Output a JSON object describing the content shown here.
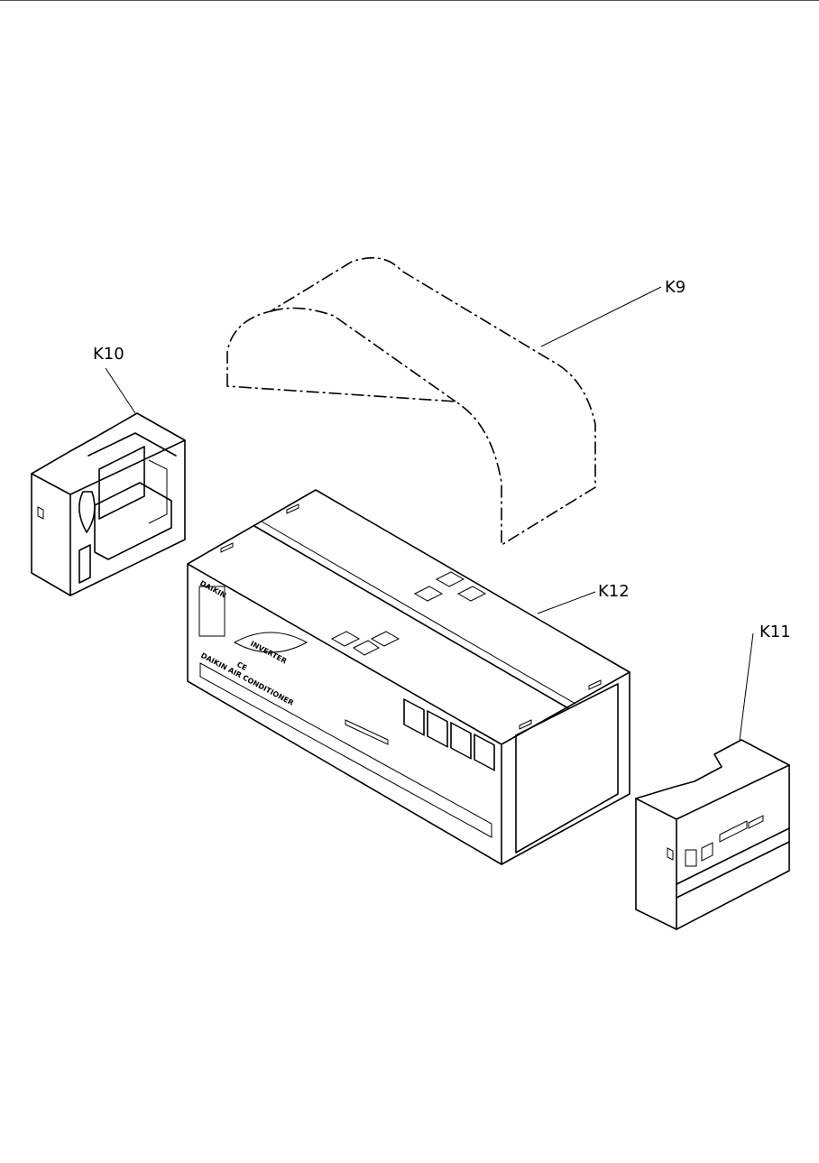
{
  "labels": {
    "k9": "K9",
    "k10": "K10",
    "k11": "K11",
    "k12": "K12"
  },
  "carton_print": {
    "brand": "DAIKIN",
    "inverter": "INVERTER",
    "ce": "CE",
    "product_line": "DAIKIN AIR CONDITIONER"
  },
  "colors": {
    "line": "#000000",
    "background": "#ffffff"
  }
}
